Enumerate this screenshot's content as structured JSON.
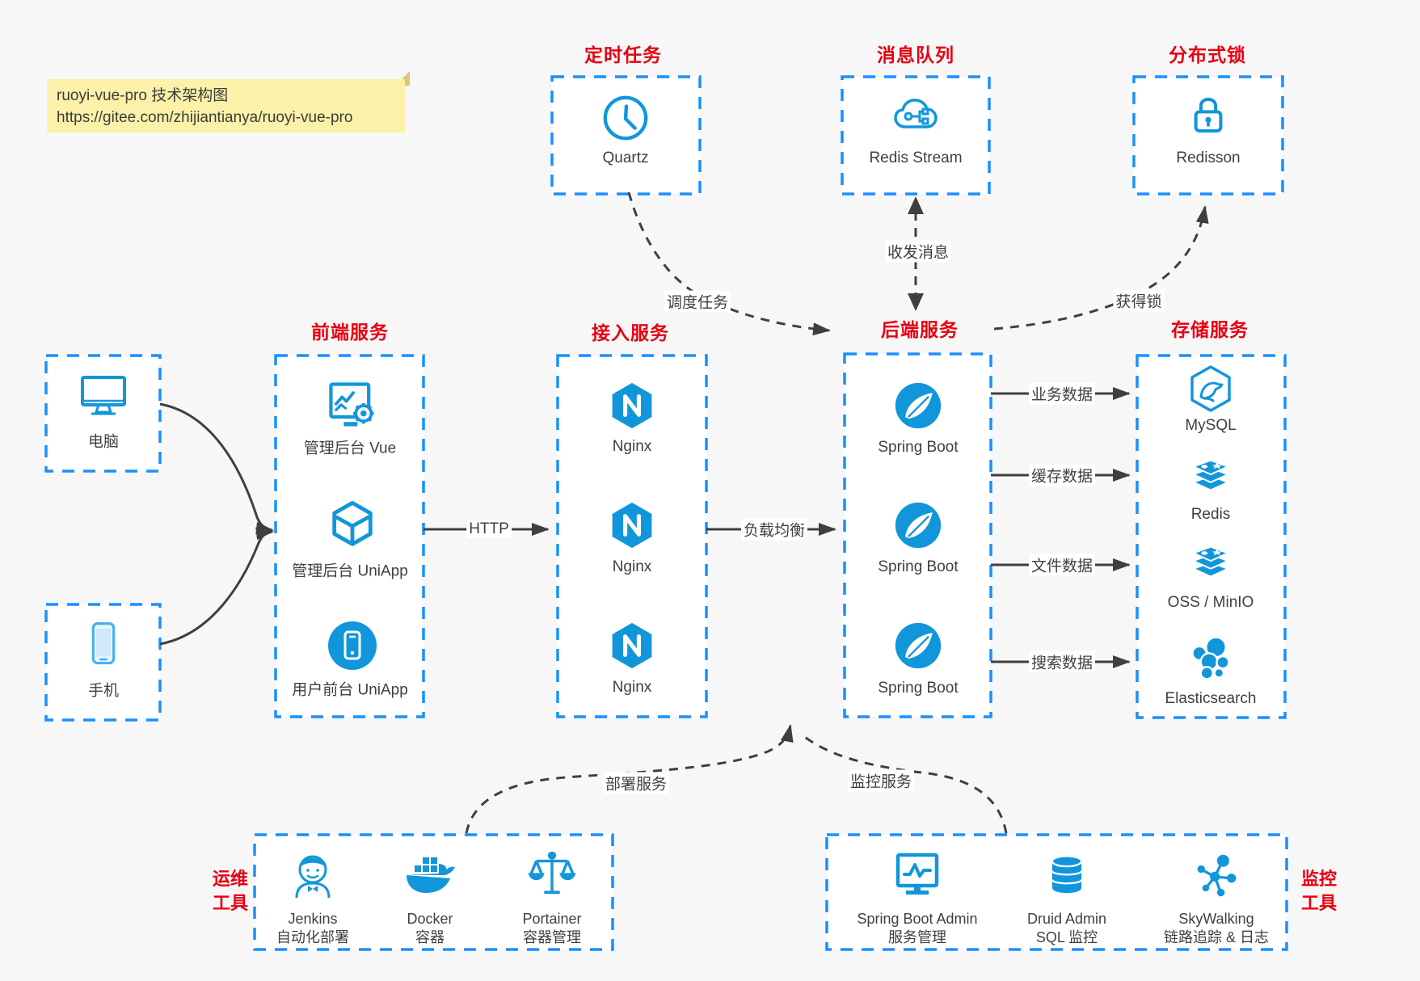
{
  "note": {
    "line1": "ruoyi-vue-pro 技术架构图",
    "line2": "https://gitee.com/zhijiantianya/ruoyi-vue-pro"
  },
  "groups": {
    "timer": {
      "title": "定时任务",
      "item": "Quartz"
    },
    "mq": {
      "title": "消息队列",
      "item": "Redis Stream"
    },
    "lock": {
      "title": "分布式锁",
      "item": "Redisson"
    },
    "devices": {
      "computer": "电脑",
      "phone": "手机"
    },
    "frontend": {
      "title": "前端服务",
      "items": [
        "管理后台 Vue",
        "管理后台 UniApp",
        "用户前台 UniApp"
      ]
    },
    "gateway": {
      "title": "接入服务",
      "items": [
        "Nginx",
        "Nginx",
        "Nginx"
      ]
    },
    "backend": {
      "title": "后端服务",
      "items": [
        "Spring Boot",
        "Spring Boot",
        "Spring Boot"
      ]
    },
    "storage": {
      "title": "存储服务",
      "items": [
        "MySQL",
        "Redis",
        "OSS / MinIO",
        "Elasticsearch"
      ]
    },
    "ops": {
      "title1": "运维",
      "title2": "工具",
      "items": [
        {
          "name": "Jenkins",
          "desc": "自动化部署"
        },
        {
          "name": "Docker",
          "desc": "容器"
        },
        {
          "name": "Portainer",
          "desc": "容器管理"
        }
      ]
    },
    "monitor": {
      "title1": "监控",
      "title2": "工具",
      "items": [
        {
          "name": "Spring Boot Admin",
          "desc": "服务管理"
        },
        {
          "name": "Druid Admin",
          "desc": "SQL 监控"
        },
        {
          "name": "SkyWalking",
          "desc": "链路追踪 & 日志"
        }
      ]
    }
  },
  "edges": {
    "http": "HTTP",
    "load_balance": "负载均衡",
    "schedule": "调度任务",
    "send_receive": "收发消息",
    "acquire_lock": "获得锁",
    "business_data": "业务数据",
    "cache_data": "缓存数据",
    "file_data": "文件数据",
    "search_data": "搜索数据",
    "deploy": "部署服务",
    "monitor": "监控服务"
  },
  "colors": {
    "box_border_blue": "#1890ff",
    "icon_blue": "#1296db",
    "title_red": "#e60012",
    "line_dark": "#3f3f3f",
    "background": "#f7f7f7",
    "note_bg": "#fbf1a8"
  }
}
